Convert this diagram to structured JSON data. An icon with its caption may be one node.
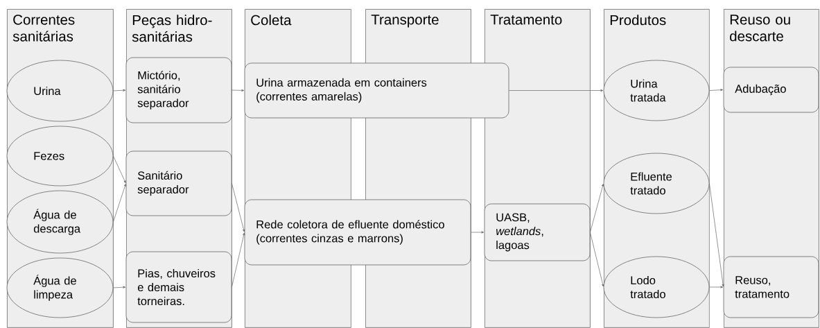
{
  "diagram": {
    "nodes": [
      {
        "text": [
          "Correntes sanitárias"
        ]
      },
      {
        "text": [
          "Urina"
        ],
        "in": 0
      },
      {
        "text": [
          "Fezes"
        ],
        "in": 0
      },
      {
        "text": [
          "Água de descarga"
        ],
        "in": 0
      },
      {
        "text": [
          "Água de limpeza"
        ],
        "in": 0
      },
      {
        "text": [
          "Peças hidro- sanitárias"
        ]
      },
      {
        "text": [
          "Mictório, sanitário separador"
        ],
        "in": 5
      },
      {
        "text": [
          "Sanitário separador"
        ],
        "in": 5
      },
      {
        "text": [
          "Pias, chuveiros e demais torneiras."
        ],
        "in": 5
      },
      {
        "text": [
          "Coleta"
        ]
      },
      {
        "text": [
          "Transporte"
        ]
      },
      {
        "text": [
          "Tratamento"
        ]
      },
      {
        "text": [
          "Urina armazenada em containers",
          "(correntes amarelas)"
        ]
      },
      {
        "text": [
          "Rede coletora de efluente doméstico",
          "(correntes cinzas e marrons)"
        ]
      },
      {
        "text": [
          "UASB, *wetlands*, lagoas"
        ],
        "in": 11
      },
      {
        "text": [
          "Produtos"
        ]
      },
      {
        "text": [
          "Urina tratada"
        ],
        "in": 15
      },
      {
        "text": [
          "Efluente tratado"
        ],
        "in": 15
      },
      {
        "text": [
          "Lodo tratado"
        ],
        "in": 15
      },
      {
        "text": [
          "Reuso ou descarte"
        ]
      },
      {
        "text": [
          "Adubação"
        ],
        "in": 19
      },
      {
        "text": [
          "Reuso, tratamento"
        ],
        "in": 19
      }
    ],
    "edges": [
      {
        "from": 1,
        "to": 6,
        "arrow": "to"
      },
      {
        "from": 2,
        "to": 7,
        "arrow": "to"
      },
      {
        "from": 3,
        "to": 7,
        "arrow": "to"
      },
      {
        "from": 4,
        "to": 8,
        "arrow": "to"
      },
      {
        "from": 6,
        "to": 12,
        "arrow": "to"
      },
      {
        "from": 7,
        "to": 13,
        "arrow": "to"
      },
      {
        "from": 8,
        "to": 13,
        "arrow": "to"
      },
      {
        "from": 12,
        "to": 16,
        "arrow": "to"
      },
      {
        "from": 13,
        "to": 14,
        "arrow": "to"
      },
      {
        "from": 14,
        "to": 17,
        "arrow": "to"
      },
      {
        "from": 14,
        "to": 18,
        "arrow": "to"
      },
      {
        "from": 16,
        "to": 20,
        "arrow": "to"
      },
      {
        "from": 17,
        "to": 21,
        "arrow": "to"
      },
      {
        "from": 18,
        "to": 21,
        "arrow": "to"
      }
    ]
  }
}
